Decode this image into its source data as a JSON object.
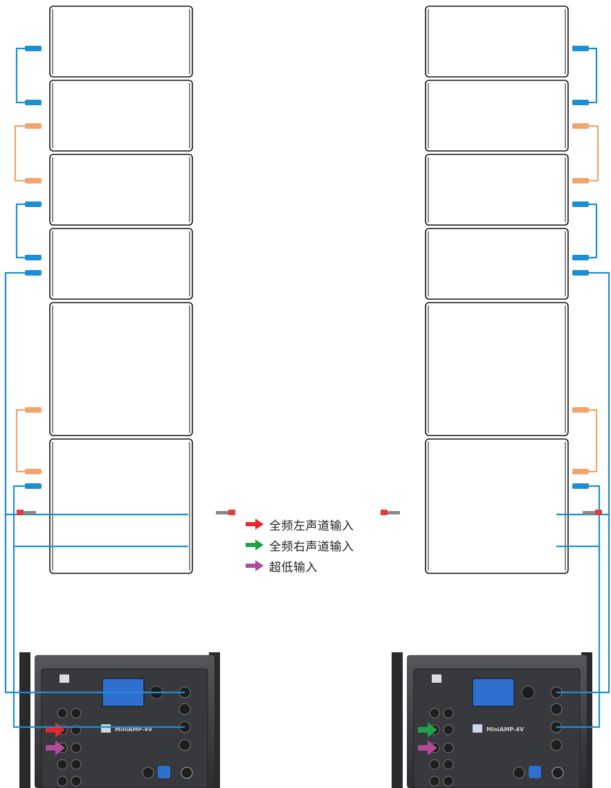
{
  "legend": [
    {
      "label": "全频左声道输入",
      "color": "#e8262a"
    },
    {
      "label": "全频右声道输入",
      "color": "#1fa04a"
    },
    {
      "label": "超低输入",
      "color": "#b04a9a"
    }
  ],
  "amplifiers": [
    {
      "model": "MiniAMP-4V",
      "input_arrows": [
        "#e8262a",
        "#b04a9a"
      ]
    },
    {
      "model": "MiniAMP-4V",
      "input_arrows": [
        "#1fa04a",
        "#b04a9a"
      ]
    }
  ],
  "colors": {
    "blue_cable": "#1b8fd6",
    "orange_cable": "#f2a46d",
    "cabinet_outline": "#111111",
    "amp_body": "#3b3c3f",
    "amp_screen": "#2f6fd0"
  }
}
